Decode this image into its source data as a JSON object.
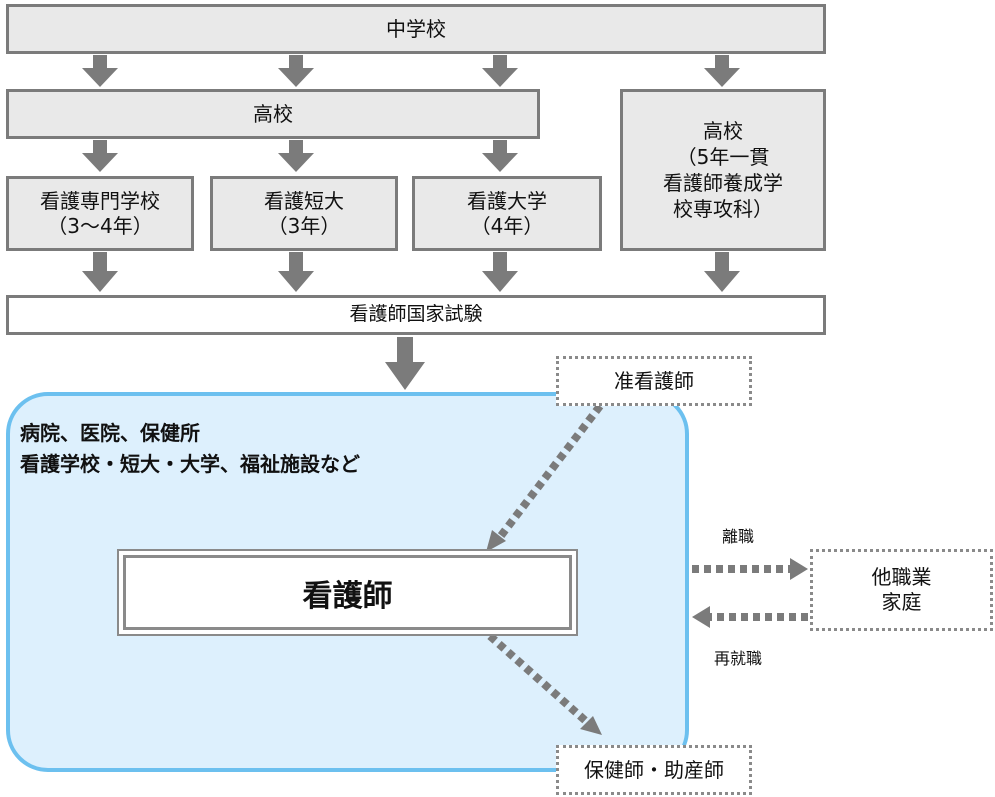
{
  "boxes": {
    "junior_high": "中学校",
    "high_school": "高校",
    "five_year": {
      "line1": "高校",
      "line2": "（5年一貫",
      "line3": "看護師養成学",
      "line4": "校専攻科）"
    },
    "vocational": {
      "line1": "看護専門学校",
      "line2": "（3～4年）"
    },
    "junior_college": {
      "line1": "看護短大",
      "line2": "（3年）"
    },
    "university": {
      "line1": "看護大学",
      "line2": "（4年）"
    },
    "exam": "看護師国家試験",
    "assistant_nurse": "准看護師",
    "nurse": "看護師",
    "other_job": {
      "line1": "他職業",
      "line2": "家庭"
    },
    "public_health": "保健師・助産師"
  },
  "workplace": {
    "line1": "病院、医院、保健所",
    "line2": "看護学校・短大・大学、福祉施設など"
  },
  "labels": {
    "leave_job": "離職",
    "re_employment": "再就職"
  },
  "colors": {
    "arrow": "#7b7b7b",
    "box_fill": "#e9e9e9",
    "workplace_fill": "#ddf0fd",
    "workplace_border": "#6cc0ef"
  }
}
